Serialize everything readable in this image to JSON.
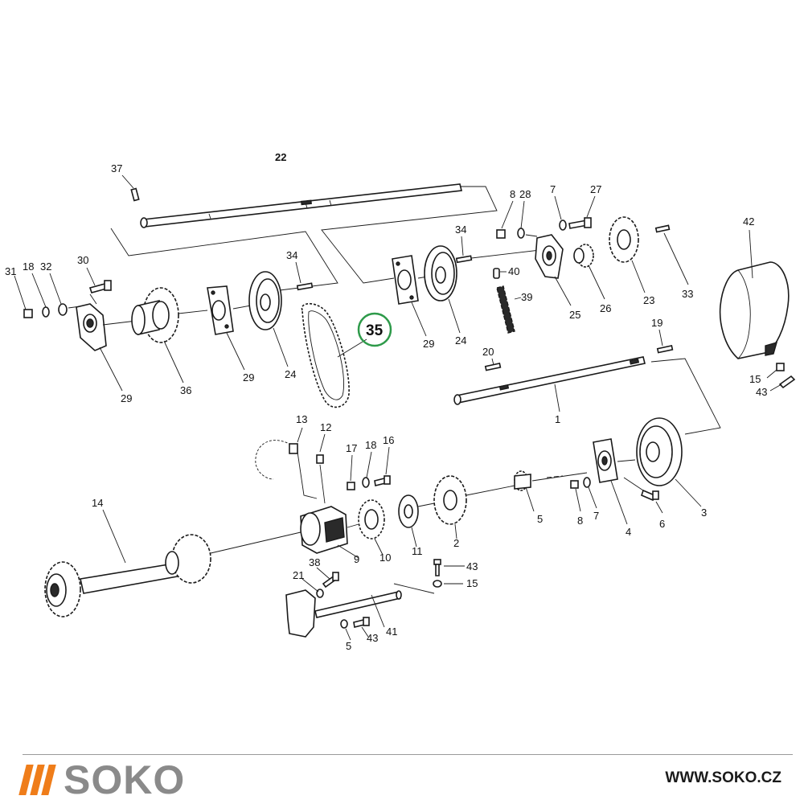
{
  "brand": {
    "name": "SOKO",
    "url": "WWW.SOKO.CZ",
    "accent_color": "#ef7d1a",
    "text_color": "#8a8a8a"
  },
  "diagram": {
    "highlight_color": "#2e9a4a",
    "highlighted_part": "35",
    "labels": {
      "l22": "22",
      "l37": "37",
      "l8a": "8",
      "l28": "28",
      "l7a": "7",
      "l27": "27",
      "l42": "42",
      "l31": "31",
      "l18a": "18",
      "l32": "32",
      "l30": "30",
      "l34a": "34",
      "l34b": "34",
      "l40": "40",
      "l39": "39",
      "l25": "25",
      "l26": "26",
      "l23": "23",
      "l33": "33",
      "l29a": "29",
      "l36": "36",
      "l29b": "29",
      "l24a": "24",
      "l35": "35",
      "l29c": "29",
      "l24b": "24",
      "l19": "19",
      "l20": "20",
      "l1": "1",
      "l15a": "15",
      "l43a": "43",
      "l13": "13",
      "l12": "12",
      "l17": "17",
      "l18b": "18",
      "l16": "16",
      "l14": "14",
      "l9": "9",
      "l10": "10",
      "l11": "11",
      "l2": "2",
      "l5a": "5",
      "l8b": "8",
      "l7b": "7",
      "l4": "4",
      "l6": "6",
      "l3": "3",
      "l38": "38",
      "l21": "21",
      "l43b": "43",
      "l15b": "15",
      "l5b": "5",
      "l43c": "43",
      "l41": "41"
    }
  }
}
